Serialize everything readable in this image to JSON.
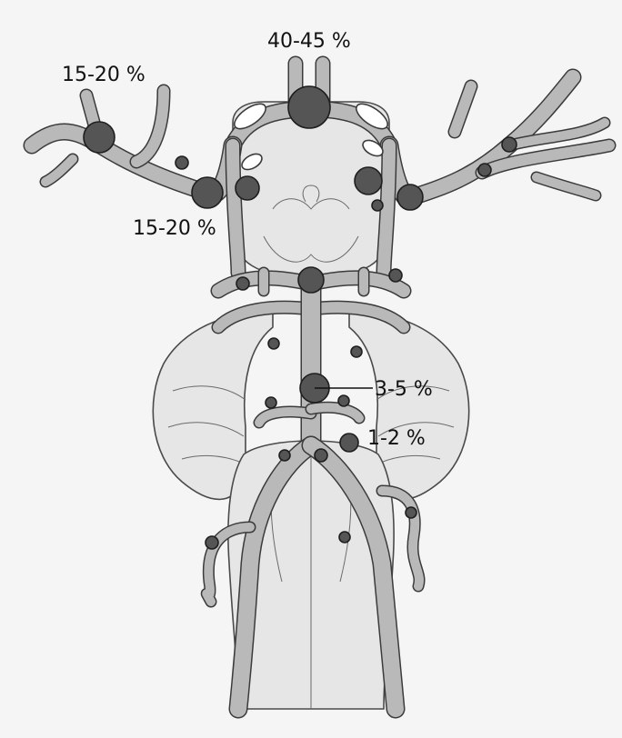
{
  "colors": {
    "background": "#f5f5f5",
    "brain_tissue": "#e6e6e6",
    "vessel": "#b9b9b9",
    "outline": "#3b3b3b",
    "aneurysm": "#555555"
  },
  "labels": {
    "acom": "40-45 %",
    "mca_distal": "15-20 %",
    "ica": "15-20 %",
    "basilar": "3-5 %",
    "vertebral": "1-2 %"
  }
}
